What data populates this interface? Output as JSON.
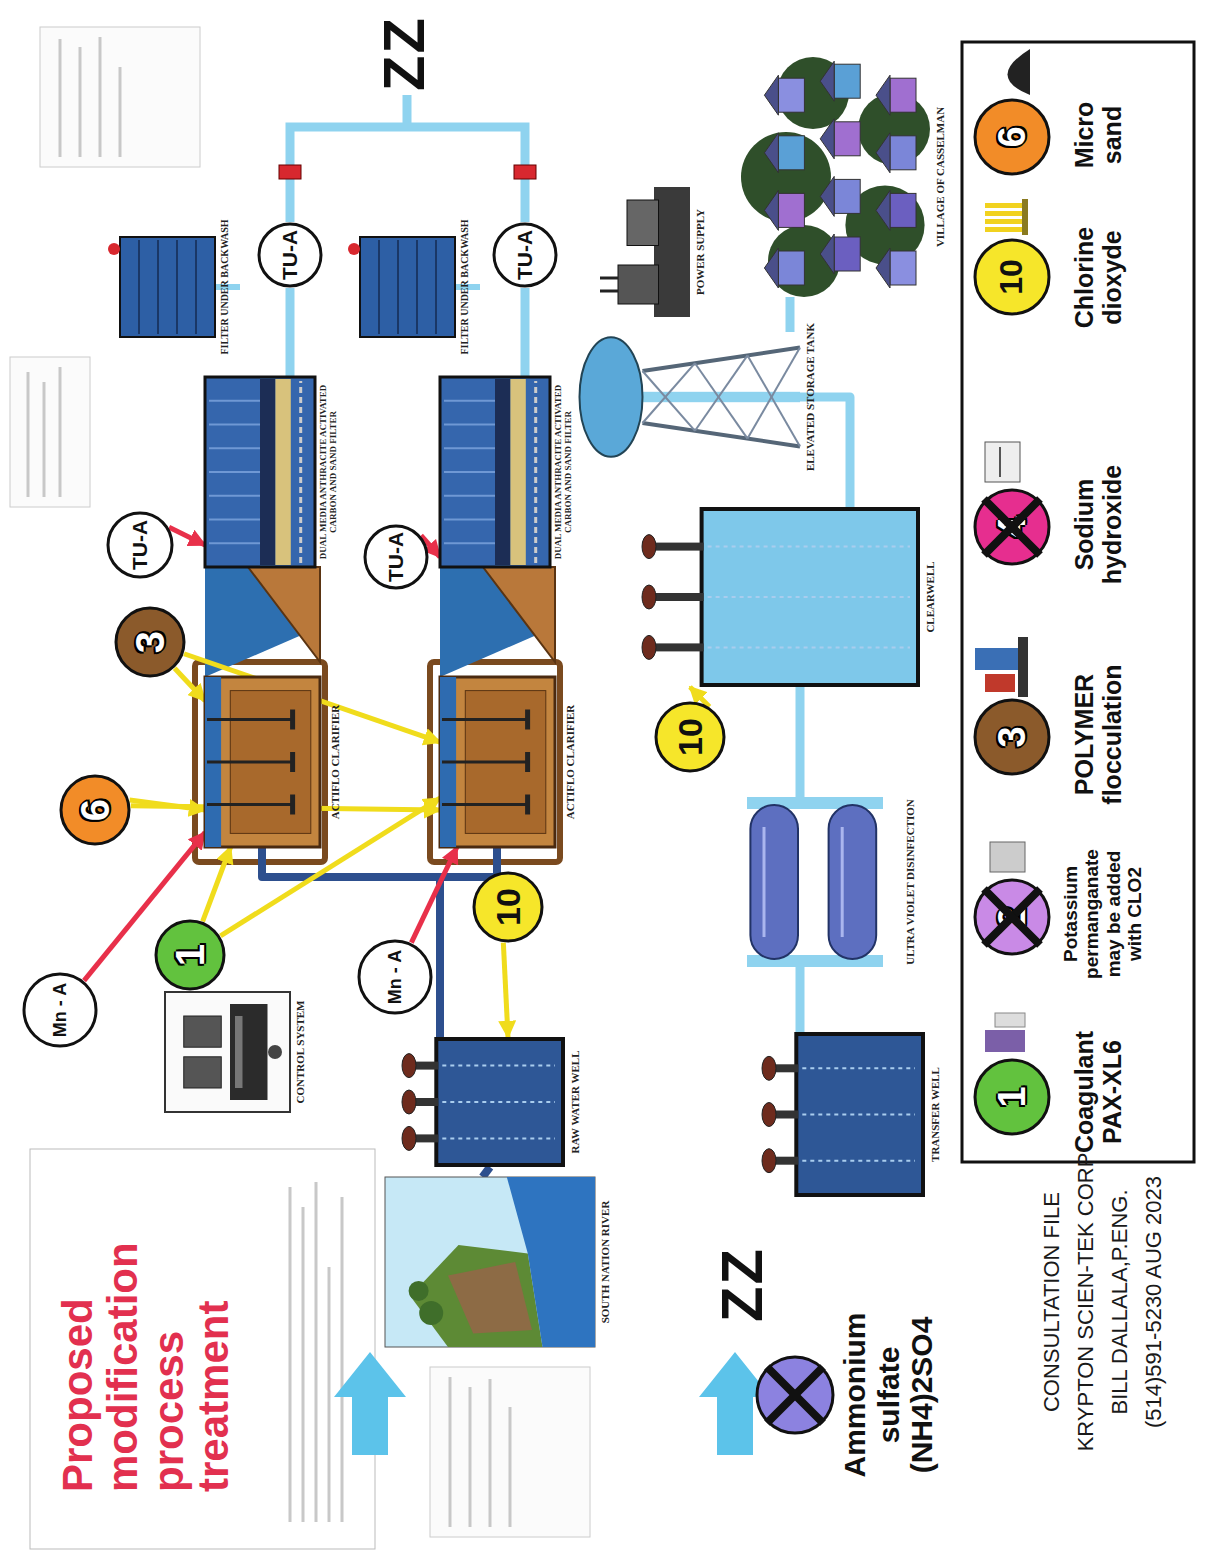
{
  "diagram": {
    "title": "Proposed modification process treatment",
    "nodes": [
      {
        "text": [
          "SOUTH NATION RIVER"
        ]
      },
      {
        "text": [
          "RAW WATER WELL"
        ]
      },
      {
        "text": [
          "CONTROL SYSTEM"
        ]
      },
      {
        "text": [
          "Mn - A"
        ]
      },
      {
        "text": [
          "1"
        ]
      },
      {
        "text": [
          "Mn - A"
        ]
      },
      {
        "text": [
          "10"
        ]
      },
      {
        "text": [
          "6"
        ]
      },
      {
        "text": [
          "ACTIFLO CLARIFIER"
        ]
      },
      {
        "text": [
          "ACTIFLO CLARIFIER"
        ]
      },
      {
        "text": [
          "3"
        ]
      },
      {
        "text": [
          "TU-A"
        ]
      },
      {
        "text": [
          "DUAL MEDIA ANTHRACITE ACTIVATED CARBON AND SAND FILTER"
        ]
      },
      {
        "text": [
          "TU-A"
        ]
      },
      {
        "text": [
          "DUAL MEDIA ANTHRACITE ACTIVATED CARBON AND SAND FILTER"
        ]
      },
      {
        "text": [
          "FILTER UNDER BACKWASH"
        ]
      },
      {
        "text": [
          "TU-A"
        ]
      },
      {
        "text": [
          "FILTER UNDER BACKWASH"
        ]
      },
      {
        "text": [
          "TU-A"
        ]
      },
      {
        "text": [
          "TRANSFER WELL"
        ]
      },
      {
        "text": [
          "ULTRA VIOLET DISINFECTION"
        ]
      },
      {
        "text": [
          "10"
        ]
      },
      {
        "text": [
          "CLEARWELL"
        ]
      },
      {
        "text": [
          "ELEVATED STORAGE TANK"
        ]
      },
      {
        "text": [
          "POWER SUPPLY"
        ]
      },
      {
        "text": [
          "VILLAGE OF CASSELMAN"
        ]
      }
    ],
    "edges": [
      {
        "from": 0,
        "to": 1,
        "arrow": "none"
      },
      {
        "from": 1,
        "to": 8,
        "arrow": "none"
      },
      {
        "from": 1,
        "to": 9,
        "arrow": "none"
      },
      {
        "from": 3,
        "to": 8,
        "arrow": "to"
      },
      {
        "from": 5,
        "to": 9,
        "arrow": "to"
      },
      {
        "from": 4,
        "to": 8,
        "arrow": "to"
      },
      {
        "from": 4,
        "to": 9,
        "arrow": "to"
      },
      {
        "from": 7,
        "to": 8,
        "arrow": "to"
      },
      {
        "from": 7,
        "to": 9,
        "arrow": "to"
      },
      {
        "from": 10,
        "to": 8,
        "arrow": "to"
      },
      {
        "from": 10,
        "to": 9,
        "arrow": "to"
      },
      {
        "from": 6,
        "to": 1,
        "arrow": "to"
      },
      {
        "from": 11,
        "to": 12,
        "arrow": "to"
      },
      {
        "from": 13,
        "to": 14,
        "arrow": "to"
      },
      {
        "from": 12,
        "to": 16,
        "arrow": "none"
      },
      {
        "from": 14,
        "to": 18,
        "arrow": "none"
      },
      {
        "from": 19,
        "to": 20,
        "arrow": "none"
      },
      {
        "from": 20,
        "to": 22,
        "arrow": "none"
      },
      {
        "from": 21,
        "to": 22,
        "arrow": "to"
      },
      {
        "from": 22,
        "to": 23,
        "arrow": "none"
      },
      {
        "from": 23,
        "to": 25,
        "arrow": "none"
      }
    ],
    "labels": [
      "ZZ",
      "ZZ",
      "1",
      "2",
      "3",
      "4",
      "10",
      "6",
      "CONSULTATION FILE",
      "KRYPTON SCIEN-TEK CORP",
      "BILL DALLALA,P.ENG.",
      "(514)591-5230 AUG 2023"
    ],
    "legend": [
      {
        "text": "Ammonium sulfate (NH4)2SO4",
        "color": "#8c82e0"
      },
      {
        "text": "Coagulant PAX-XL6",
        "color": "#62c23e"
      },
      {
        "text": "Potassium permanganate may be added with CLO2",
        "color": "#c98ae6"
      },
      {
        "text": "POLYMER flocculation",
        "color": "#8b5a2b"
      },
      {
        "text": "Sodium hydroxide",
        "color": "#e62e8f"
      },
      {
        "text": "Chlorine dioxyde",
        "color": "#f6e62a"
      },
      {
        "text": "Micro sand",
        "color": "#f28c28"
      }
    ]
  }
}
